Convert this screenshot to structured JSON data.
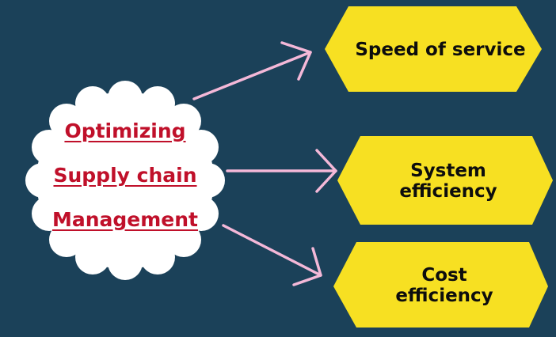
{
  "center": {
    "lines": [
      "Optimizing",
      "Supply chain",
      "Management"
    ]
  },
  "outcomes": [
    {
      "label": "Speed of service"
    },
    {
      "label_line1": "System",
      "label_line2": "efficiency"
    },
    {
      "label_line1": "Cost",
      "label_line2": "efficiency"
    }
  ],
  "colors": {
    "background": "#1b4159",
    "cloud": "#ffffff",
    "center_text": "#c0102a",
    "hexagon": "#f7e022",
    "arrow": "#f4b8d8",
    "hex_text": "#0d0d0d"
  }
}
